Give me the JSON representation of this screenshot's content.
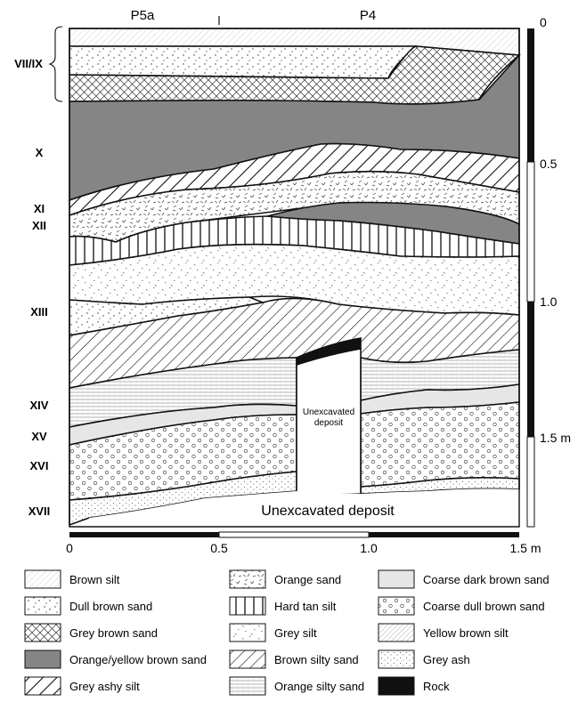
{
  "profiles": {
    "left": "P5a",
    "right": "P4"
  },
  "layers": [
    "VII/IX",
    "X",
    "XI",
    "XII",
    "XIII",
    "XIV",
    "XV",
    "XVI",
    "XVII"
  ],
  "depth_scale": {
    "labels": [
      "0",
      "0.5",
      "1.0",
      "1.5 m"
    ]
  },
  "horizontal_scale": {
    "labels": [
      "0",
      "0.5",
      "1.0",
      "1.5 m"
    ]
  },
  "annotations": {
    "unexcavated_box": "Unexcavated deposit",
    "unexcavated_bottom": "Unexcavated deposit"
  },
  "legend": [
    {
      "label": "Brown silt",
      "pattern": "brown-silt"
    },
    {
      "label": "Dull brown sand",
      "pattern": "dull-brown-sand"
    },
    {
      "label": "Grey brown sand",
      "pattern": "grey-brown-sand"
    },
    {
      "label": "Orange/yellow brown sand",
      "pattern": "orange-yellow-brown-sand"
    },
    {
      "label": "Grey ashy silt",
      "pattern": "grey-ashy-silt"
    },
    {
      "label": "Orange sand",
      "pattern": "orange-sand"
    },
    {
      "label": "Hard tan silt",
      "pattern": "hard-tan-silt"
    },
    {
      "label": "Grey silt",
      "pattern": "grey-silt"
    },
    {
      "label": "Brown silty sand",
      "pattern": "brown-silty-sand"
    },
    {
      "label": "Orange silty sand",
      "pattern": "orange-silty-sand"
    },
    {
      "label": "Coarse dark brown sand",
      "pattern": "coarse-dark-brown-sand"
    },
    {
      "label": "Coarse dull brown sand",
      "pattern": "coarse-dull-brown-sand"
    },
    {
      "label": "Yellow brown silt",
      "pattern": "yellow-brown-silt"
    },
    {
      "label": "Grey ash",
      "pattern": "grey-ash"
    },
    {
      "label": "Rock",
      "pattern": "rock"
    }
  ],
  "colors": {
    "dark_fill": "#858585",
    "light_fill": "#e6e6e6",
    "rock": "#111111"
  }
}
